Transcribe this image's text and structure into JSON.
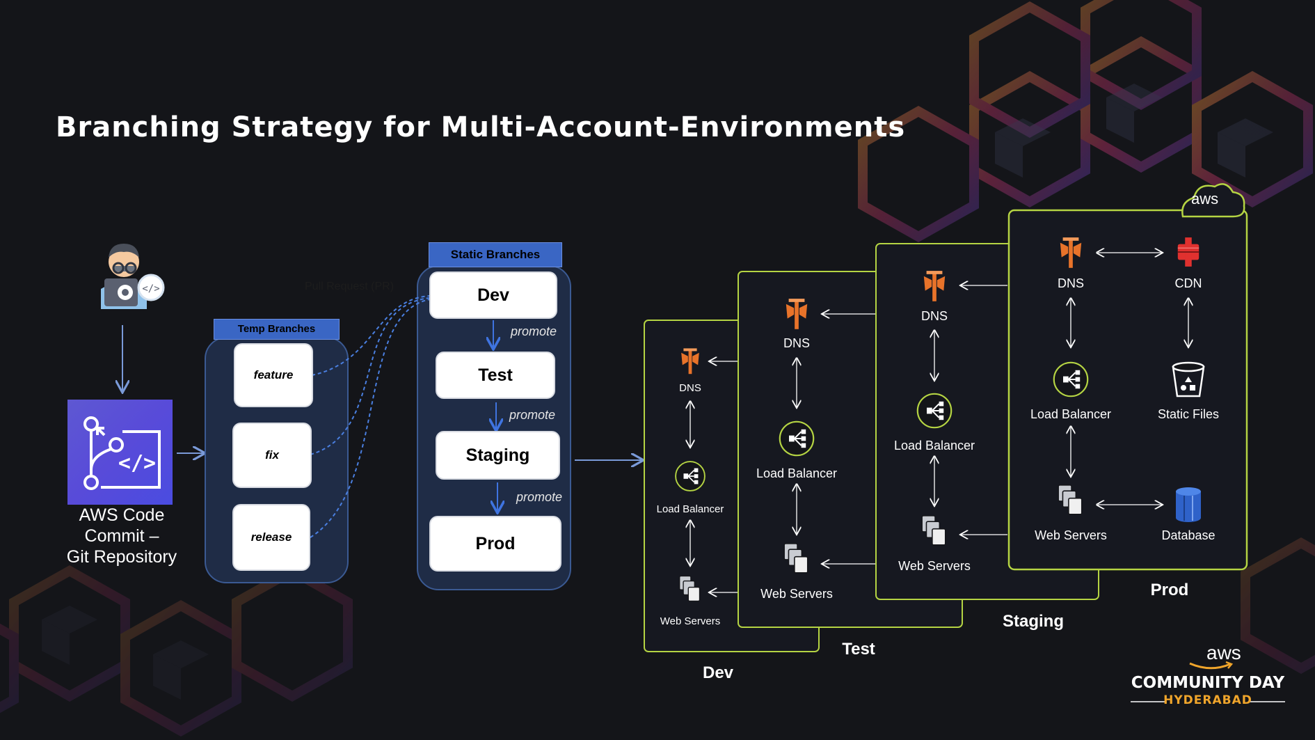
{
  "slide": {
    "title": "Branching Strategy for Multi-Account-Environments"
  },
  "source": {
    "label": "AWS Code Commit – Git Repository",
    "label_lines": [
      "AWS Code",
      "Commit –",
      "Git Repository"
    ]
  },
  "temp_branches": {
    "header": "Temp Branches",
    "items": [
      "feature",
      "fix",
      "release"
    ]
  },
  "pull_request_label": "Pull Request (PR)",
  "static_branches": {
    "header": "Static Branches",
    "items": [
      "Dev",
      "Test",
      "Staging",
      "Prod"
    ],
    "promote_label": "promote"
  },
  "environments": {
    "dev": {
      "name": "Dev",
      "dns": "DNS",
      "lb": "Load Balancer",
      "web": "Web Servers"
    },
    "test": {
      "name": "Test",
      "dns": "DNS",
      "lb": "Load Balancer",
      "web": "Web Servers"
    },
    "staging": {
      "name": "Staging",
      "dns": "DNS",
      "lb": "Load Balancer",
      "web": "Web Servers"
    },
    "prod": {
      "name": "Prod",
      "dns": "DNS",
      "cdn": "CDN",
      "lb": "Load Balancer",
      "static": "Static Files",
      "web": "Web Servers",
      "db": "Database",
      "cloud_badge": "aws"
    }
  },
  "footer": {
    "aws": "aws",
    "event": "COMMUNITY DAY",
    "city": "HYDERABAD"
  },
  "colors": {
    "background": "#141519",
    "accent_blue": "#3a66c4",
    "env_border": "#b5d443",
    "route53_orange": "#e8732a",
    "cdn_red": "#e0312f",
    "codecommit_purple": "#4a4ee8",
    "database_blue": "#2f62c9",
    "footer_orange": "#f0a52b"
  },
  "icons": [
    "developer-icon",
    "codecommit-icon",
    "route53-icon",
    "cloudfront-icon",
    "elb-icon",
    "s3-bucket-icon",
    "ec2-servers-icon",
    "database-icon",
    "aws-cloud-icon"
  ]
}
